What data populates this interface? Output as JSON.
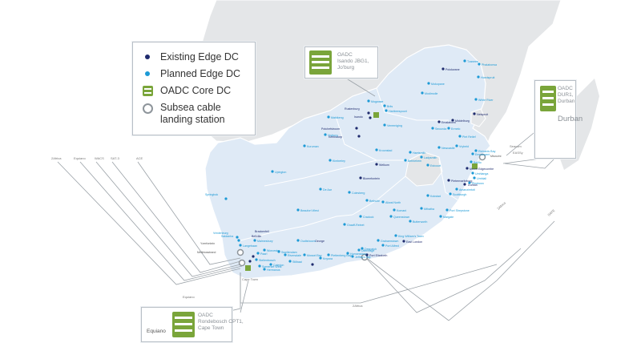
{
  "legend": {
    "existing": "Existing Edge DC",
    "planned": "Planned Edge DC",
    "core": "OADC Core DC",
    "subsea_line1": "Subsea cable",
    "subsea_line2": "landing station"
  },
  "colors": {
    "existing": "#1f2b6e",
    "planned": "#1c9ad6",
    "core": "#7aa53a",
    "land": "#dfeaf6",
    "outside_land": "#e4e6e8",
    "border": "#ffffff",
    "cable": "#9aa1a7"
  },
  "callouts": {
    "joburg": "OADC\nIsando JBG1,\nJo'burg",
    "durban": "OADC\nDUR1,\nDurban",
    "durban_big": "Durban",
    "cape": "OADC\nRondebosch CPT1,\nCape Town",
    "cape_cable": "Equiano"
  },
  "cables": {
    "west": [
      "2Africa",
      "Equiano",
      "WACS",
      "SAT-3",
      "ACE"
    ],
    "south_left": "Equiano",
    "south_mid": "2Africa",
    "east_a": "2Africa",
    "east_b": "SAFE",
    "durban_seacom": "Seacom",
    "durban_eassy": "EASSy",
    "mtunzini": "Mtunzini",
    "cape_town": "Cape Town",
    "durban_2africa": "2Africa"
  },
  "places": {
    "existing": [
      "Polokwane",
      "Nelspruit",
      "Middelburg",
      "Emalahleni",
      "Isando",
      "Rustenburg",
      "Potchefstroom",
      "Klerksdorp",
      "Welkom",
      "Bloemfontein",
      "Pietermaritzburg",
      "Mount Edgecombe",
      "Durban",
      "Bellville",
      "Brackenfell",
      "George",
      "Port Elizabeth",
      "East London"
    ],
    "planned": [
      "Tzaneen",
      "Phalaborwa",
      "Mokopane",
      "Modimolle",
      "Hoedspruit",
      "White River",
      "Mogwase",
      "Brits",
      "Hartbeespoort",
      "Secunda",
      "Ermelo",
      "Piet Retief",
      "Vryheid",
      "Newcastle",
      "Harrismith",
      "Bethlehem",
      "Kroonstad",
      "Vereeniging",
      "Mahikeng",
      "Vryburg",
      "Kimberley",
      "Kuruman",
      "Upington",
      "Springbok",
      "De Aar",
      "Colesberg",
      "Bethulie",
      "Aliwal North",
      "Queenstown",
      "Mthatha",
      "Kokstad",
      "Port Shepstone",
      "Margate",
      "Ladysmith",
      "Estcourt",
      "Richards Bay",
      "Empangeni",
      "Ballito",
      "Umhlanga",
      "Umhlali",
      "Pinetown",
      "Amanzimtoti",
      "Scottburgh",
      "Graaff-Reinet",
      "Beaufort West",
      "Oudtshoorn",
      "Mossel Bay",
      "Knysna",
      "Plettenberg Bay",
      "Jeffreys Bay",
      "Grahamstown",
      "King William's Town",
      "Worcester",
      "Paarl",
      "Stellenbosch",
      "Somerset West",
      "Hermanus",
      "Malmesbury",
      "Saldanha",
      "Vredenburg",
      "Langebaan",
      "Swellendam",
      "Caledon",
      "Stilbaai",
      "Riversdale",
      "Humansdorp",
      "Uitenhage",
      "Despatch",
      "Port Alfred",
      "Butterworth",
      "Komani",
      "Cradock"
    ],
    "ports": [
      "Yzerfontein",
      "Melkbosstrand",
      "Mtunzini"
    ]
  }
}
